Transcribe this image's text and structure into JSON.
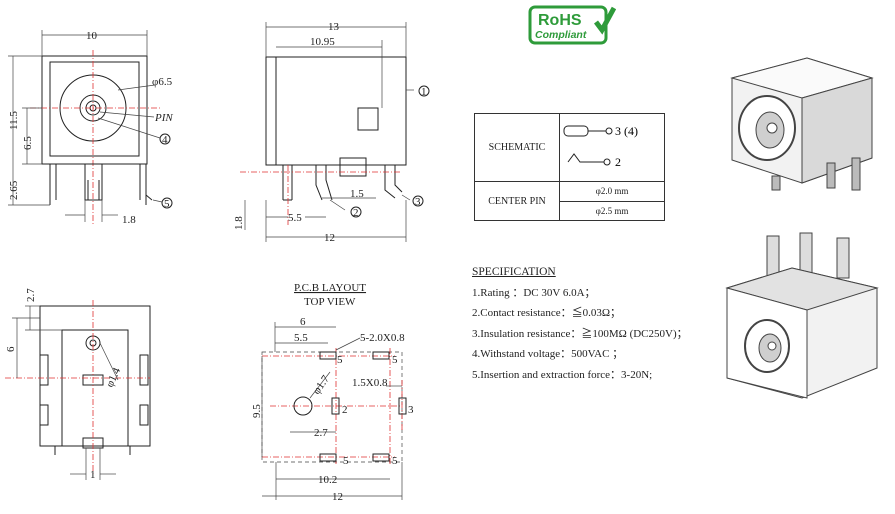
{
  "front": {
    "dim_width": "10",
    "dim_diam": "φ6.5",
    "dim_pin": "PIN",
    "dim_h1": "11.5",
    "dim_h2": "6.5",
    "dim_h3": "2.65",
    "dim_pitch": "1.8",
    "callout4": "4",
    "callout5": "5"
  },
  "side": {
    "dim_13": "13",
    "dim_1095": "10.95",
    "dim_15": "1.5",
    "dim_55": "5.5",
    "dim_18": "1.8",
    "dim_12": "12",
    "callout1": "1",
    "callout2": "2",
    "callout3": "3"
  },
  "bottom": {
    "dim_27": "2.7",
    "dim_6": "6",
    "dim_14": "φ1.4",
    "dim_1": "1"
  },
  "pcb": {
    "title": "P.C.B LAYOUT",
    "subtitle": "TOP VIEW",
    "dim_6": "6",
    "dim_55": "5.5",
    "pad1": "5-2.0X0.8",
    "dim_17": "φ1.7",
    "pad2": "1.5X0.8",
    "dim_95": "9.5",
    "dim_27": "2.7",
    "dim_102": "10.2",
    "dim_12": "12",
    "lbl5a": "5",
    "lbl5b": "5",
    "lbl2": "2",
    "lbl3": "3",
    "lbl5c": "5",
    "lbl5d": "5"
  },
  "rohs": {
    "line1": "RoHS",
    "line2": "Compliant",
    "color": "#2e9b3a"
  },
  "schematic": {
    "label": "SCHEMATIC",
    "pin_a": "3 (4)",
    "pin_b": "2",
    "center_label": "CENTER PIN",
    "opt1": "φ2.0 mm",
    "opt2": "φ2.5 mm"
  },
  "specification": {
    "heading": "SPECIFICATION",
    "items": [
      "1.Rating ：DC 30V 6.0A；",
      "2.Contact resistance：≦0.03Ω；",
      "3.Insulation resistance：≧100MΩ (DC250V)；",
      "4.Withstand voltage：500VAC ；",
      "5.Insertion and extraction force：3-20N;"
    ]
  }
}
